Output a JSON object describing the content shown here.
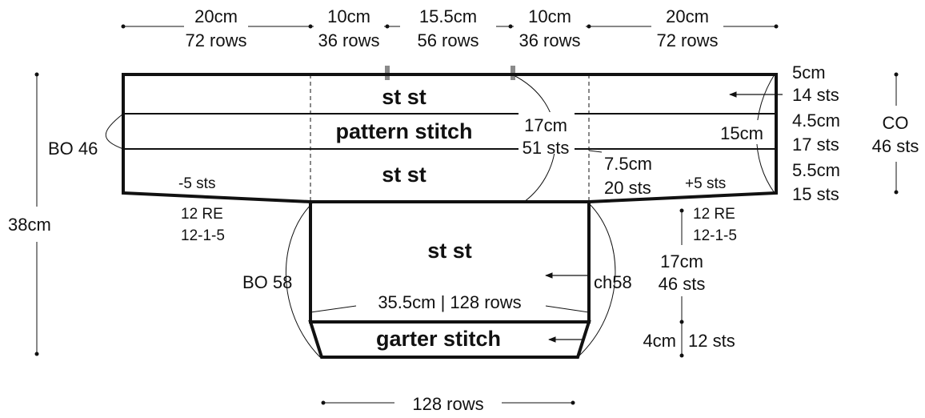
{
  "top_dims": [
    {
      "cm": "20cm",
      "rows": "72 rows"
    },
    {
      "cm": "10cm",
      "rows": "36 rows"
    },
    {
      "cm": "15.5cm",
      "rows": "56 rows"
    },
    {
      "cm": "10cm",
      "rows": "36 rows"
    },
    {
      "cm": "20cm",
      "rows": "72 rows"
    }
  ],
  "band_labels": {
    "top": "st st",
    "middle": "pattern stitch",
    "bottom": "st st"
  },
  "neck": {
    "cm": "17cm",
    "sts": "51 sts"
  },
  "right_heights": [
    {
      "cm": "5cm",
      "sts": "14 sts"
    },
    {
      "cm": "4.5cm",
      "sts": "17 sts"
    },
    {
      "cm": "5.5cm",
      "sts": "15 sts"
    }
  ],
  "right_total": "15cm",
  "cast_on": {
    "label": "CO",
    "sts": "46 sts"
  },
  "bind_off_left": "BO 46",
  "shaping": {
    "left_dec": "-5 sts",
    "right_inc": "+5 sts",
    "left_re": "12 RE",
    "left_re2": "12-1-5",
    "right_re": "12 RE",
    "right_re2": "12-1-5"
  },
  "shoulder_dim": {
    "cm": "7.5cm",
    "sts": "20 sts"
  },
  "body": {
    "label": "st st",
    "width": "35.5cm | 128 rows",
    "bo": "BO 58",
    "ch": "ch58",
    "height_cm": "17cm",
    "height_sts": "46 sts"
  },
  "garter": {
    "label": "garter stitch",
    "cm": "4cm",
    "sts": "12 sts"
  },
  "total_height": "38cm",
  "bottom_rows": "128 rows"
}
